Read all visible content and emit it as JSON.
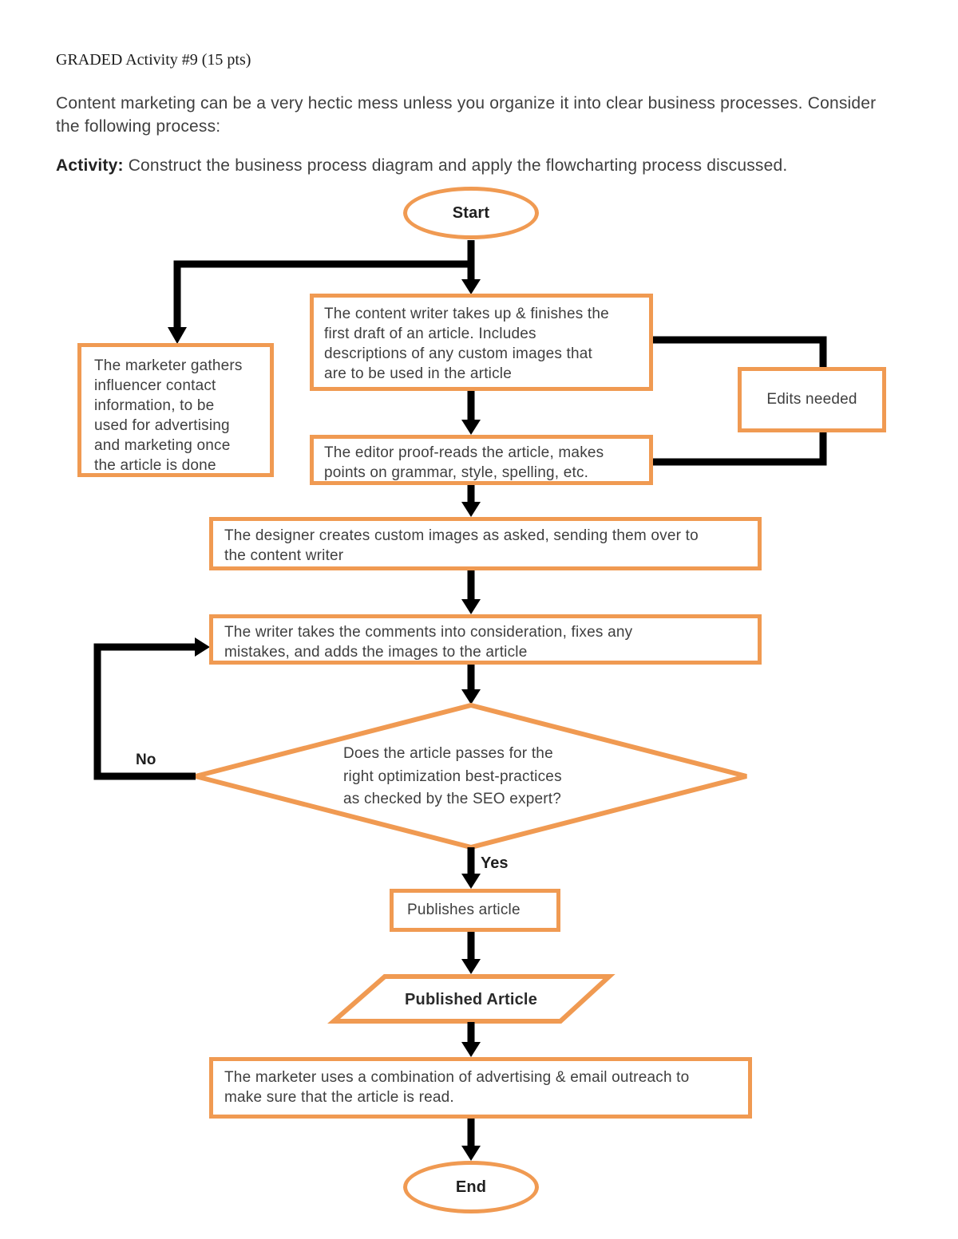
{
  "header": {
    "title": "GRADED Activity #9 (15 pts)",
    "intro": "Content marketing can be a very hectic mess unless you organize it into clear business processes. Consider\nthe following process:",
    "activity_label": "Activity:",
    "activity_text": " Construct the business process diagram and apply the flowcharting process discussed."
  },
  "colors": {
    "accent_orange": "#f09a52",
    "connector_black": "#000000",
    "text_gray": "#3f3f3f"
  },
  "flowchart": {
    "start": "Start",
    "marketer_gathers": "The marketer gathers\ninfluencer contact\ninformation, to be\nused for advertising\nand marketing once\nthe article is done",
    "content_writer": "The content writer takes up & finishes the\nfirst draft of an article. Includes\ndescriptions of any custom images that\nare to be used in the article",
    "edits_needed": "Edits needed",
    "editor": "The editor proof-reads the article, makes\npoints on grammar, style, spelling, etc.",
    "designer": "The designer creates custom images as asked, sending them over to\nthe content writer",
    "writer_fixes": "The writer takes the comments into consideration, fixes any\nmistakes, and adds the images to the article",
    "decision": "Does the article passes for the\nright optimization best-practices\nas checked by the SEO expert?",
    "no_label": "No",
    "yes_label": "Yes",
    "publishes": "Publishes article",
    "published_article": "Published Article",
    "marketer_uses": "The marketer uses a combination of advertising & email outreach to\nmake sure that the article is read.",
    "end": "End"
  }
}
